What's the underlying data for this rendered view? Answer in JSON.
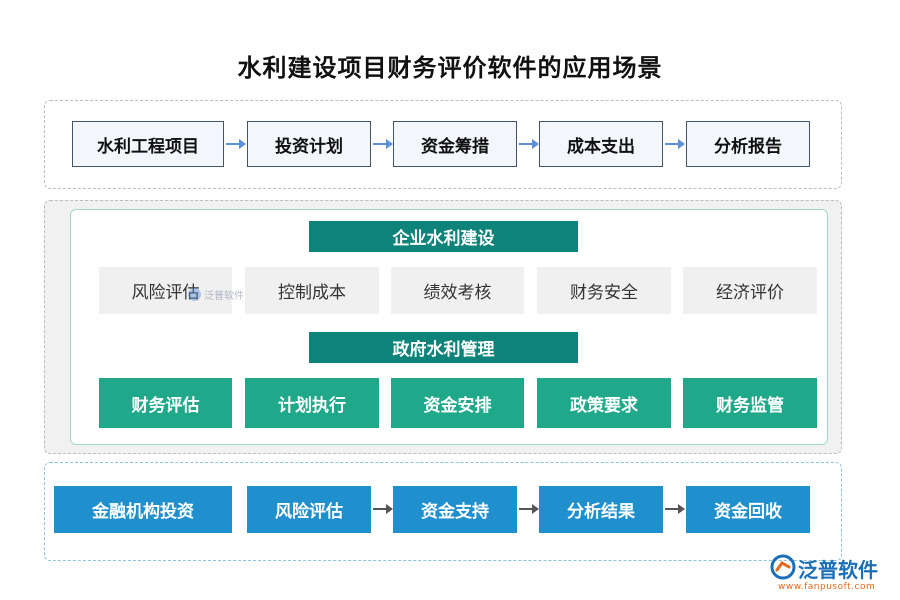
{
  "title": "水利建设项目财务评价软件的应用场景",
  "top_flow": [
    "水利工程项目",
    "投资计划",
    "资金筹措",
    "成本支出",
    "分析报告"
  ],
  "enterprise": {
    "heading": "企业水利建设",
    "items": [
      "风险评估",
      "控制成本",
      "绩效考核",
      "财务安全",
      "经济评价"
    ]
  },
  "government": {
    "heading": "政府水利管理",
    "items": [
      "财务评估",
      "计划执行",
      "资金安排",
      "政策要求",
      "财务监管"
    ]
  },
  "bottom_flow": [
    "金融机构投资",
    "风险评估",
    "资金支持",
    "分析结果",
    "资金回收"
  ],
  "watermark": {
    "icon": "fanpu-logo-icon",
    "text": "泛普软件"
  },
  "logo": {
    "name": "泛普软件",
    "url": "www.fanpusoft.com",
    "icon": "fanpu-logo-icon"
  },
  "colors": {
    "section_bar": "#0d8379",
    "government_items": "#1fa98a",
    "bottom_flow": "#1f8fcd",
    "top_flow_border": "#44546a",
    "logo_text": "#1b6fb8",
    "logo_url": "#e06a20"
  }
}
